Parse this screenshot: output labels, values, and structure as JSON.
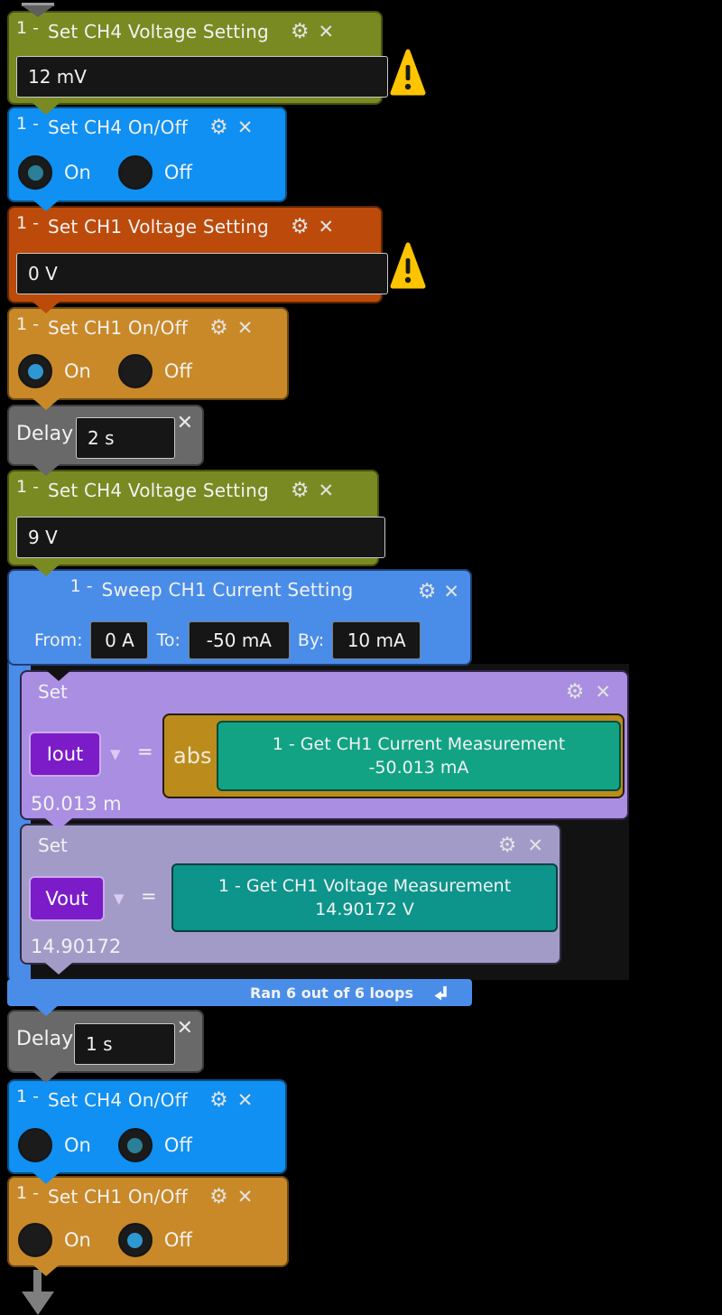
{
  "icons": {
    "gear": "⚙",
    "close": "✕",
    "caret": "▼"
  },
  "status_colors": {
    "warning": "#ffc400"
  },
  "palette": {
    "olive": "#7a8a22",
    "azure": "#0f90f2",
    "vermilion": "#bc4a0a",
    "amber": "#c98928",
    "gray": "#696969",
    "sweep_blue": "#4a8de9",
    "purple": "#a98ee2",
    "muted_purple": "#a29bc8",
    "teal": "#12a385",
    "var_purple": "#7b1cc8",
    "abs_gold": "#bb8c1c"
  },
  "blocks": [
    {
      "num": "1 -",
      "title": "Set CH4 Voltage Setting",
      "value": "12 mV"
    },
    {
      "num": "1 -",
      "title": "Set CH4 On/Off",
      "on": "On",
      "off": "Off",
      "selected": "On"
    },
    {
      "num": "1 -",
      "title": "Set CH1 Voltage Setting",
      "value": "0 V"
    },
    {
      "num": "1 -",
      "title": "Set CH1 On/Off",
      "on": "On",
      "off": "Off",
      "selected": "On"
    },
    {
      "label": "Delay",
      "value": "2 s"
    },
    {
      "num": "1 -",
      "title": "Set CH4 Voltage Setting",
      "value": "9 V"
    },
    {
      "num": "1 -",
      "title": "Sweep CH1 Current Setting",
      "from_label": "From:",
      "from_value": "0 A",
      "to_label": "To:",
      "to_value": "-50 mA",
      "by_label": "By:",
      "by_value": "10 mA",
      "status": "Ran 6 out of 6 loops"
    },
    {
      "title": "Set",
      "variable": "Iout",
      "equals": "=",
      "function": "abs",
      "meas_num": "1 -",
      "meas_title": "Get CH1 Current Measurement",
      "meas_value": "-50.013 mA",
      "result": "50.013 m"
    },
    {
      "title": "Set",
      "variable": "Vout",
      "equals": "=",
      "meas_num": "1 -",
      "meas_title": "Get CH1 Voltage Measurement",
      "meas_value": "14.90172 V",
      "result": "14.90172"
    },
    {
      "label": "Delay",
      "value": "1 s"
    },
    {
      "num": "1 -",
      "title": "Set CH4 On/Off",
      "on": "On",
      "off": "Off",
      "selected": "Off"
    },
    {
      "num": "1 -",
      "title": "Set CH1 On/Off",
      "on": "On",
      "off": "Off",
      "selected": "Off"
    }
  ]
}
